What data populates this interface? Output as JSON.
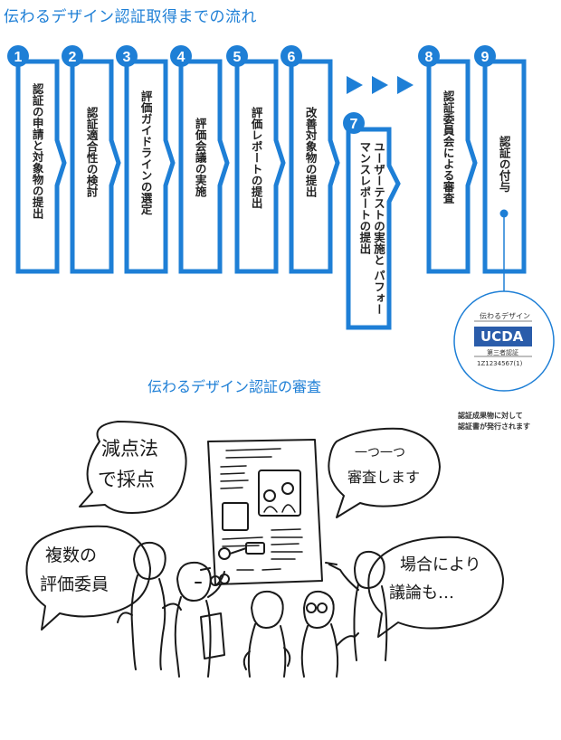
{
  "title": "伝わるデザイン認証取得までの流れ",
  "subtitle": "伝わるデザイン認証の審査",
  "steps": [
    {
      "number": "1",
      "label": "認証の申請と対象物の提出"
    },
    {
      "number": "2",
      "label": "認証適合性の検討"
    },
    {
      "number": "3",
      "label": "評価ガイドラインの選定"
    },
    {
      "number": "4",
      "label": "評価会議の実施"
    },
    {
      "number": "5",
      "label": "評価レポートの提出"
    },
    {
      "number": "6",
      "label": "改善対象物の提出"
    },
    {
      "number": "7",
      "label": "ユーザーテストの実施と パフォーマンスレポートの提出"
    },
    {
      "number": "8",
      "label": "認証委員会による審査"
    },
    {
      "number": "9",
      "label": "認証の付与"
    }
  ],
  "badge": {
    "top_text": "伝わるデザイン",
    "logo": "UCDA",
    "third_party": "第三者認証",
    "serial": "1Z1234567(1)"
  },
  "caption": [
    "認証成果物に対して",
    "認証書が発行されます"
  ],
  "bubbles": {
    "scoring": [
      "減点法",
      "で採点"
    ],
    "one_by_one": [
      "一つ一つ",
      "審査します"
    ],
    "evaluators": [
      "複数の",
      "評価委員"
    ],
    "discussion": [
      "場合により",
      "議論も…"
    ]
  },
  "colors": {
    "accent": "#1e7fd6",
    "ink": "#1a1a1a"
  }
}
